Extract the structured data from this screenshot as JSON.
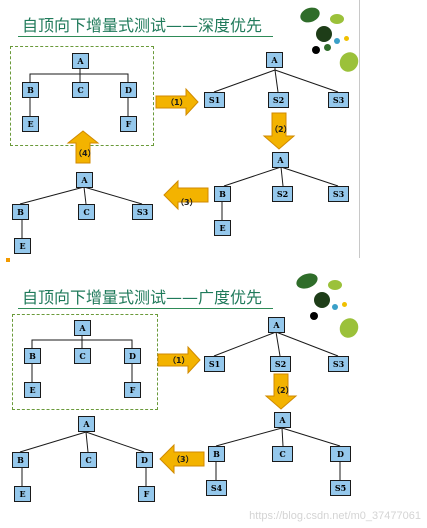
{
  "top": {
    "title": "自顶向下增量式测试——深度优先",
    "steps": [
      "（1）",
      "（2）",
      "（3）",
      "（4）"
    ]
  },
  "bottom": {
    "title": "自顶向下增量式测试——广度优先",
    "steps": [
      "（1）",
      "（2）",
      "（3）"
    ]
  },
  "watermark": "https://blog.csdn.net/m0_37477061",
  "labels": {
    "A": "A",
    "B": "B",
    "C": "C",
    "D": "D",
    "E": "E",
    "F": "F",
    "S1": "S1",
    "S2": "S2",
    "S3": "S3",
    "S4": "S4",
    "S5": "S5"
  }
}
